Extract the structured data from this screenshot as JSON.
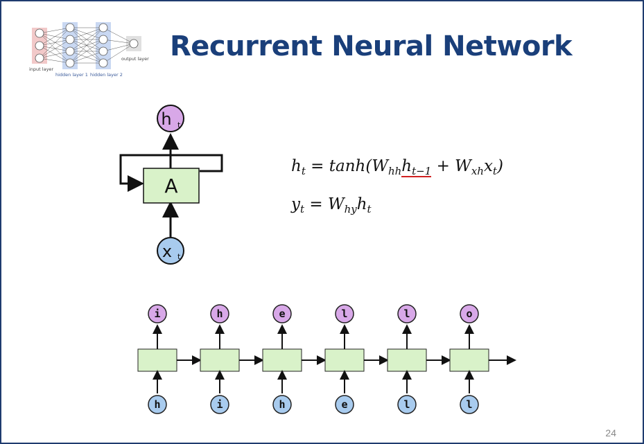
{
  "slide": {
    "title": "Recurrent Neural Network",
    "page_number": "24"
  },
  "nn_thumbnail": {
    "labels": {
      "input_layer": "input layer",
      "hidden_layer_1": "hidden layer 1",
      "hidden_layer_2": "hidden layer 2",
      "output_layer": "output layer"
    }
  },
  "rnn_cell": {
    "cell_label": "A",
    "output_label": "h",
    "output_sub": "t",
    "input_label": "x",
    "input_sub": "t"
  },
  "equations": {
    "eq1": {
      "lhs": "h",
      "lhs_sub": "t",
      "eq": " = ",
      "fn": "tanh(",
      "w1": "W",
      "w1_sub": "hh",
      "h_prev": "h",
      "h_prev_sub": "t−1",
      "plus": " + ",
      "w2": "W",
      "w2_sub": "xh",
      "x": "x",
      "x_sub": "t",
      "close": ")"
    },
    "eq2": {
      "lhs": "y",
      "lhs_sub": "t",
      "eq": " = ",
      "w": "W",
      "w_sub": "hy",
      "h": "h",
      "h_sub": "t"
    }
  },
  "unrolled": {
    "outputs": [
      "i",
      "h",
      "e",
      "l",
      "l",
      "o"
    ],
    "inputs": [
      "h",
      "i",
      "h",
      "e",
      "l",
      "l"
    ]
  },
  "colors": {
    "title": "#1a3f7a",
    "cell_fill": "#d9f2c9",
    "output_node": "#d8a8e8",
    "input_node": "#a8cbee",
    "underline": "#d12020"
  }
}
